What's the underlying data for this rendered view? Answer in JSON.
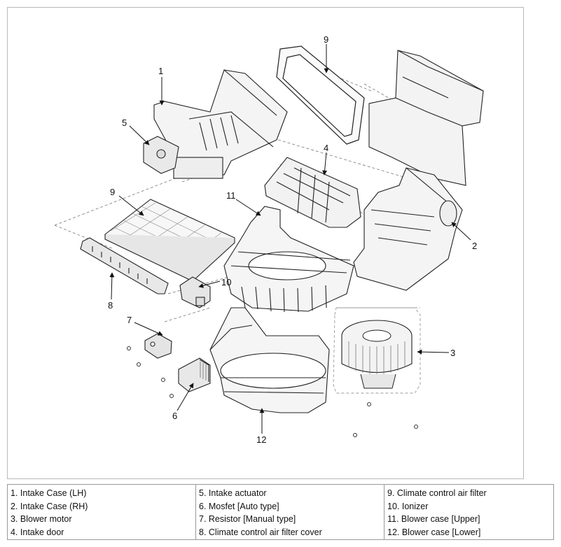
{
  "callouts": [
    "1",
    "2",
    "3",
    "4",
    "5",
    "6",
    "7",
    "8",
    "9",
    "9",
    "10",
    "11",
    "12"
  ],
  "legend": {
    "col1": [
      "1. Intake Case (LH)",
      "2. Intake Case (RH)",
      "3. Blower motor",
      "4. Intake door"
    ],
    "col2": [
      "5. Intake actuator",
      "6. Mosfet [Auto type]",
      "7. Resistor [Manual type]",
      "8. Climate control air filter cover"
    ],
    "col3": [
      "9. Climate control air filter",
      "10. Ionizer",
      "11. Blower case [Upper]",
      "12. Blower case [Lower]"
    ]
  }
}
